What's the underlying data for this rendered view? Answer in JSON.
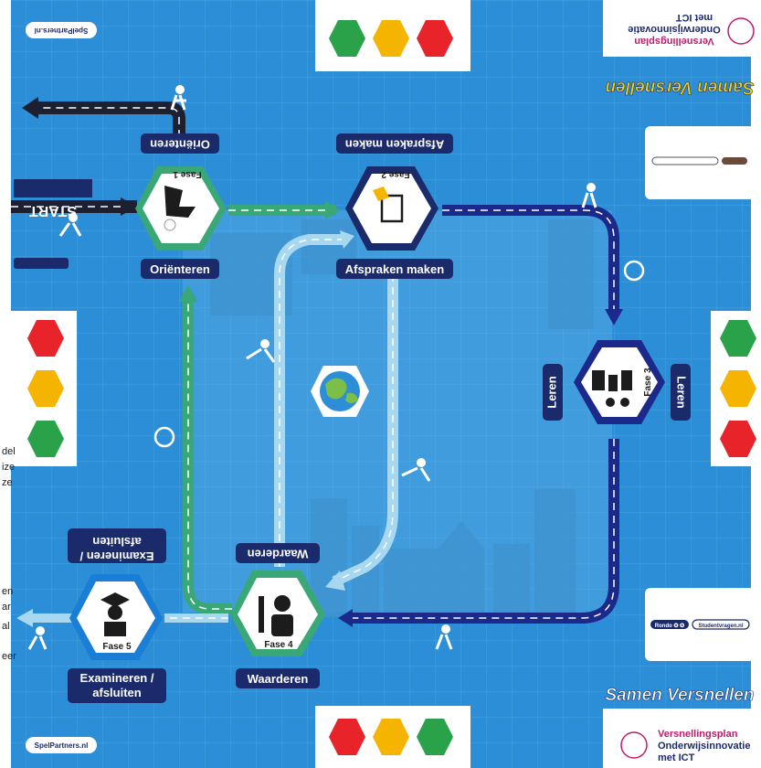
{
  "board": {
    "start": "START",
    "phases": [
      {
        "fase": "Fase 1",
        "label": "Oriënteren"
      },
      {
        "fase": "Fase 2",
        "label": "Afspraken maken"
      },
      {
        "fase": "Fase 3",
        "label": "Leren"
      },
      {
        "fase": "Fase 4",
        "label": "Waarderen"
      },
      {
        "fase": "Fase 5",
        "label": "Examineren / afsluiten"
      }
    ],
    "phase5_label_line1": "Examineren /",
    "phase5_label_line2": "afsluiten",
    "spelpartners": "SpelPartners.nl",
    "samen_versnellen": "Samen Versnellen",
    "versnellingsplan_line1": "Versnellingsplan",
    "versnellingsplan_line2": "Onderwijsinnovatie",
    "versnellingsplan_line3": "met ICT",
    "card_small_1": "Rondo ✪ ✪",
    "card_small_2": "Studentvragen.nl",
    "globe": "globe-icon",
    "traffic_light_colors": [
      "#e8232a",
      "#f5b400",
      "#2aa24a"
    ],
    "left_edge_fragments": [
      "del",
      "ize",
      "ze",
      "en",
      "ar",
      "al",
      "eer"
    ],
    "colors": {
      "board_blue": "#2b8ed6",
      "navy": "#1b2a6b",
      "green_path": "#3aa876",
      "light_path": "#a8d8f0"
    }
  }
}
